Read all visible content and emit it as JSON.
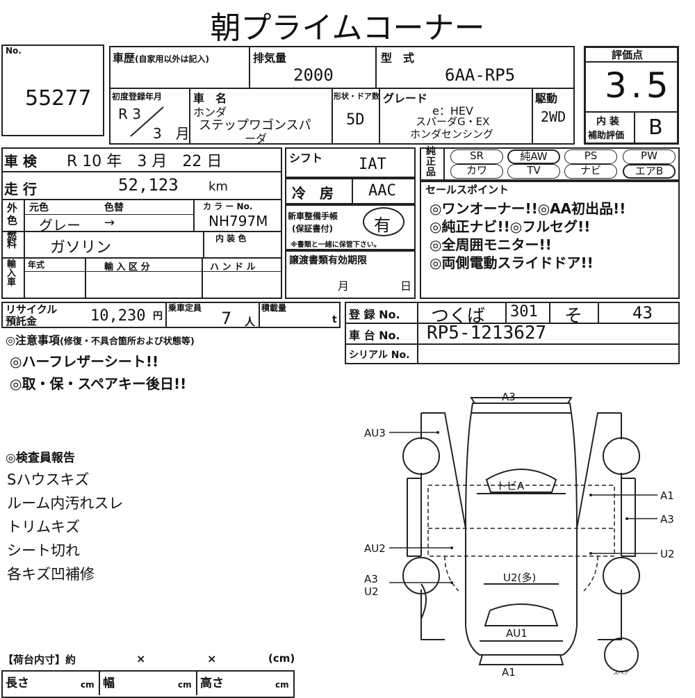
{
  "title": "朝プライムコーナー",
  "lot": {
    "label": "No.",
    "value": "55277"
  },
  "history": {
    "label": "車歴",
    "note": "(自家用以外は記入)",
    "value": ""
  },
  "displacement": {
    "label": "排気量",
    "value": "2000"
  },
  "model": {
    "label": "型　式",
    "value": "6AA-RP5"
  },
  "grade_box": {
    "label": "評価点",
    "value": "3.5",
    "interior_label_1": "内 装",
    "interior_label_2": "補助評価",
    "interior_value": "B"
  },
  "first_reg": {
    "label": "初度登録年月",
    "era": "R",
    "year": "3",
    "month": "3",
    "month_unit": "月"
  },
  "car_name": {
    "label": "車　名",
    "maker": "ホンダ",
    "line1": "ステップワゴンスパ",
    "line2": "ーダ"
  },
  "body": {
    "label": "形状・ドア数",
    "value": "5D"
  },
  "grade": {
    "label": "グレード",
    "line1": "e：HEV",
    "line2": "スパーダG・EX",
    "line3": "ホンダセンシング"
  },
  "drive": {
    "label": "駆動",
    "value": "2WD"
  },
  "inspection": {
    "label": "車 検",
    "era": "R",
    "year": "10",
    "year_unit": "年",
    "month": "3",
    "month_unit": "月",
    "day": "22",
    "day_unit": "日"
  },
  "shift": {
    "label": "シフト",
    "value": "IAT"
  },
  "mileage": {
    "label": "走 行",
    "value": "52,123",
    "unit": "km"
  },
  "aircon": {
    "label": "冷　房",
    "value": "AAC"
  },
  "color": {
    "side_label": "外色",
    "orig_label": "元色",
    "change_label": "色替",
    "code_label": "カ ラ ー No.",
    "orig": "グレー",
    "change": "→",
    "code": "NH797M"
  },
  "fuel": {
    "side_label": "燃料",
    "value": "ガソリン",
    "interior_label": "内 装 色"
  },
  "maintenance": {
    "label1": "新車整備手帳",
    "label2": "(保証書付)",
    "value": "有",
    "note": "※書類と一緒に保管下さい。"
  },
  "equipment": {
    "label": "純正品",
    "items": [
      {
        "text": "SR",
        "circled": false
      },
      {
        "text": "純AW",
        "circled": true
      },
      {
        "text": "PS",
        "circled": false
      },
      {
        "text": "PW",
        "circled": false
      },
      {
        "text": "カワ",
        "circled": false
      },
      {
        "text": "TV",
        "circled": false
      },
      {
        "text": "ナビ",
        "circled": false
      },
      {
        "text": "エアB",
        "circled": true
      }
    ]
  },
  "sales_points": {
    "label": "セールスポイント",
    "lines": [
      "◎ワンオーナー!!◎AA初出品!!",
      "◎純正ナビ!!◎フルセグ!!",
      "◎全周囲モニター!!",
      "◎両側電動スライドドア!!"
    ]
  },
  "import": {
    "side_label": "輸入車",
    "year_label": "年式",
    "class_label": "輸 入 区 分",
    "handle_label": "ハ ン ド ル"
  },
  "transfer": {
    "label": "譲渡書類有効期限",
    "month_unit": "月",
    "day_unit": "日"
  },
  "recycle": {
    "label1": "リサイクル",
    "label2": "預託金",
    "value": "10,230",
    "unit": "円"
  },
  "capacity": {
    "label": "乗車定員",
    "value": "7",
    "unit": "人"
  },
  "load": {
    "label": "積載量",
    "unit": "t"
  },
  "registration": {
    "label": "登 録 No.",
    "area": "つくば",
    "class": "301",
    "kana": "そ",
    "number": "43"
  },
  "chassis": {
    "label": "車 台 No.",
    "value": "RP5-1213627"
  },
  "serial": {
    "label": "シリアル No."
  },
  "notes": {
    "label": "◎注意事項",
    "sub": "(修復・不具合箇所および状態等)",
    "lines": [
      "◎ハーフレザーシート!!",
      "◎取・保・スペアキー後日!!"
    ]
  },
  "report": {
    "label": "◎検査員報告",
    "lines": [
      "Sハウスキズ",
      "ルーム内汚れスレ",
      "トリムキズ",
      "シート切れ",
      "各キズ凹補修"
    ]
  },
  "cargo": {
    "label": "【荷台内寸】約",
    "x1": "×",
    "x2": "×",
    "unit": "(cm)",
    "length": "長さ",
    "width": "幅",
    "height": "高さ",
    "cm": "cm"
  },
  "diagram": {
    "top": "A3",
    "bottom": "A1",
    "roof": "トビA",
    "center": "U2(多)",
    "tail": "AU1",
    "left_top": "AU3",
    "left_mid": "AU2",
    "left_low1": "A3",
    "left_low2": "U2",
    "right_1": "A1",
    "right_2": "A3",
    "right_3": "U2",
    "spare": "スペア"
  }
}
